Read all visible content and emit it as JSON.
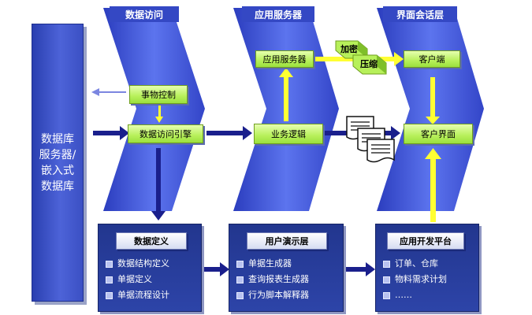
{
  "database_panel": {
    "label": "数据库服务器/嵌入式数据库"
  },
  "columns": [
    {
      "header": "数据访问"
    },
    {
      "header": "应用服务器"
    },
    {
      "header": "界面会话层"
    }
  ],
  "green_boxes": {
    "transaction_control": "事物控制",
    "data_access_engine": "数据访问引擎",
    "app_server": "应用服务器",
    "business_logic": "业务逻辑",
    "client": "客户端",
    "client_ui": "客户界面"
  },
  "transport_tags": {
    "encrypt": "加密",
    "compress": "压缩"
  },
  "bottom_panels": [
    {
      "title": "数据定义",
      "items": [
        "数据结构定义",
        "单据定义",
        "单据流程设计"
      ]
    },
    {
      "title": "用户演示层",
      "items": [
        "单据生成器",
        "查询报表生成器",
        "行为脚本解释器"
      ]
    },
    {
      "title": "应用开发平台",
      "items": [
        "订单、仓库",
        "物料需求计划",
        "……"
      ]
    }
  ],
  "colors": {
    "panel_blue": "#2d44a8",
    "chevron_blue": "#3f55d2",
    "green": "#b7f05a",
    "arrow_yellow": "#ffff33",
    "arrow_navy": "#1a1f8c"
  }
}
